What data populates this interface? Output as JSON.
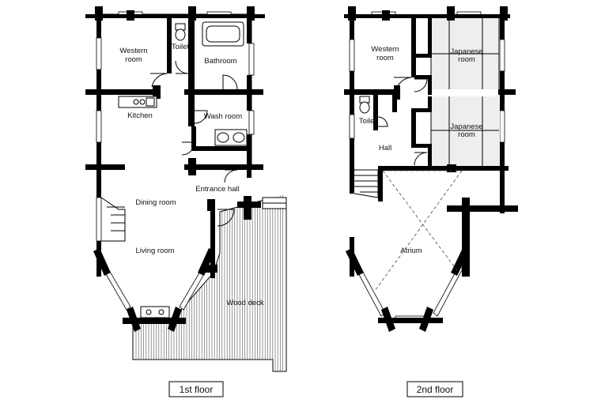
{
  "first_floor": {
    "caption": "1st floor",
    "rooms": {
      "western_room_line1": "Western",
      "western_room_line2": "room",
      "toilet": "Toilet",
      "bathroom": "Bathroom",
      "kitchen": "Kitchen",
      "wash_room": "Wash room",
      "entrance_hall": "Entrance hall",
      "dining_room": "Dining room",
      "living_room": "Living room",
      "wood_deck": "Wood deck"
    }
  },
  "second_floor": {
    "caption": "2nd floor",
    "rooms": {
      "western_room_line1": "Western",
      "western_room_line2": "room",
      "japanese_room_a_line1": "Japanese",
      "japanese_room_a_line2": "room",
      "japanese_room_b_line1": "Japanese",
      "japanese_room_b_line2": "room",
      "toilet": "Toilet",
      "hall": "Hall",
      "atrium": "Atrium"
    }
  }
}
